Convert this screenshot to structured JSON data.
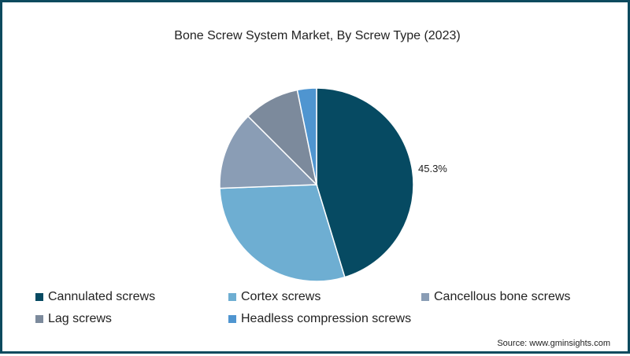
{
  "title": "Bone Screw System Market, By Screw Type (2023)",
  "source": "Source: www.gminsights.com",
  "colors": {
    "border": "#0d4a5e",
    "cannulated": "#064a62",
    "cortex": "#6eaed2",
    "cancellous": "#8a9db5",
    "lag": "#7c8a9c",
    "headless": "#4f95d0"
  },
  "legend": [
    {
      "label": "Cannulated screws",
      "color": "#064a62"
    },
    {
      "label": "Cortex screws",
      "color": "#6eaed2"
    },
    {
      "label": "Cancellous bone screws",
      "color": "#8a9db5"
    },
    {
      "label": "Lag screws",
      "color": "#7c8a9c"
    },
    {
      "label": "Headless compression screws",
      "color": "#4f95d0"
    }
  ],
  "data_label": "45.3%",
  "chart_data": {
    "type": "pie",
    "title": "Bone Screw System Market, By Screw Type (2023)",
    "categories": [
      "Cannulated screws",
      "Cortex screws",
      "Cancellous bone screws",
      "Lag screws",
      "Headless compression screws"
    ],
    "values": [
      45.3,
      29.1,
      13.1,
      9.3,
      3.2
    ],
    "units": "%",
    "annotations": [
      {
        "category": "Cannulated screws",
        "text": "45.3%"
      }
    ],
    "legend_position": "bottom",
    "start_angle": "12 o'clock, clockwise"
  }
}
